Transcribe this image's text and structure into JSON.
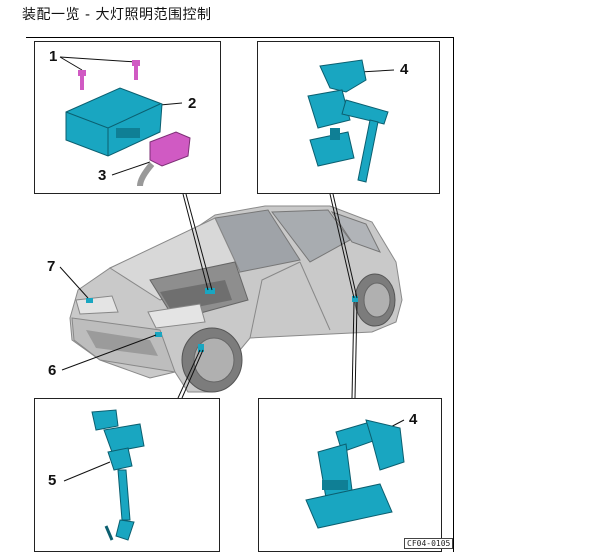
{
  "page": {
    "title": "装配一览 - 大灯照明范围控制",
    "figure_code": "CF04-0105"
  },
  "callouts": {
    "c1": "1",
    "c2": "2",
    "c3": "3",
    "c4a": "4",
    "c4b": "4",
    "c5": "5",
    "c6": "6",
    "c7": "7"
  },
  "colors": {
    "part_cyan": "#19a6c1",
    "part_magenta": "#d05ac3",
    "car_gray": "#b8b8b8"
  }
}
